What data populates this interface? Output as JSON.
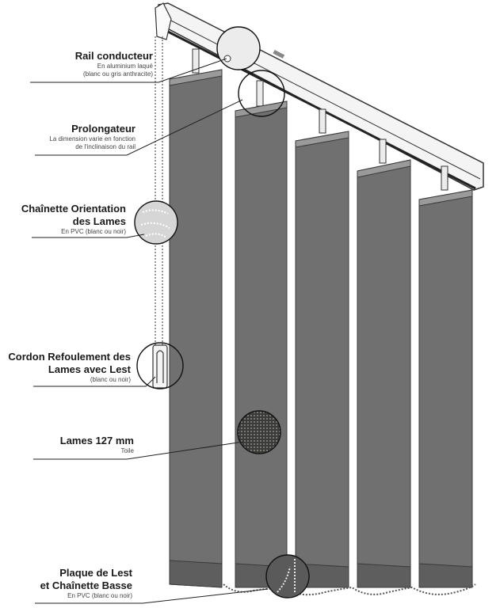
{
  "callouts": [
    {
      "title": "Rail conducteur",
      "sub": [
        "En aluminium laqué",
        "(blanc ou gris anthracite)"
      ]
    },
    {
      "title": "Prolongateur",
      "sub": [
        "La dimension varie en fonction",
        "de l'inclinaison du rail"
      ]
    },
    {
      "title": "Chaînette Orientation",
      "title2": "des  Lames",
      "sub": [
        "En PVC (blanc ou noir)"
      ]
    },
    {
      "title": "Cordon Refoulement des",
      "title2": "Lames avec Lest",
      "sub": [
        "(blanc ou noir)"
      ]
    },
    {
      "title": "Lames 127 mm",
      "sub": [
        "Toile"
      ]
    },
    {
      "title": "Plaque de Lest",
      "title2": "et Chaînette Basse",
      "sub": [
        "En PVC (blanc ou noir)"
      ]
    }
  ],
  "colors": {
    "slat": "#6f6f6f",
    "slat_edge": "#3a3a3a",
    "rail": "#f2f2f2",
    "line": "#222222"
  }
}
